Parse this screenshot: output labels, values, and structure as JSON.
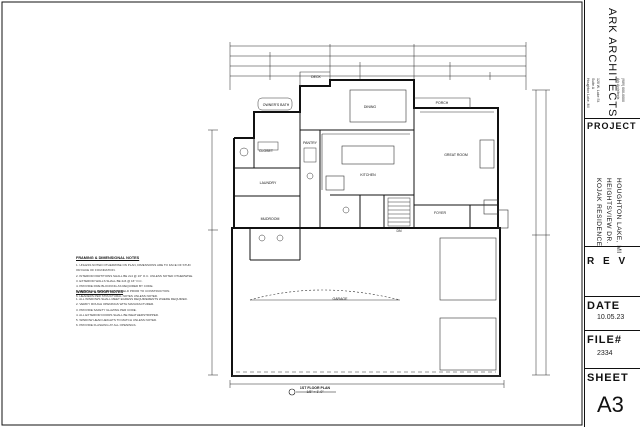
{
  "firm": {
    "name": "ARK ARCHITECTS",
    "address_lines": [
      "120 W. Lake St.",
      "Suite A",
      "Houghton Lake, MI",
      "Ark Architects",
      "(989) 000-0000"
    ]
  },
  "title_block": {
    "project_label": "PROJECT",
    "project_lines": [
      "KOJAK RESIDENCE",
      "HEIGHTSVIEW DR.",
      "HOUGHTON LAKE, MI"
    ],
    "rev_label": "R E V",
    "date_label": "DATE",
    "date_value": "10.05.23",
    "file_label": "FILE#",
    "file_value": "2334",
    "sheet_label": "SHEET",
    "sheet_value": "A3"
  },
  "notes": {
    "framing_title": "FRAMING & DIMENSIONAL NOTES",
    "framing_items": [
      "1. UNLESS NOTED OTHERWISE ON PLAN, DIMENSIONS ARE TO FACE OF STUD OR FACE OF FOUNDATION.",
      "2. INTERIOR PARTITIONS SHALL BE 2x4 @ 16\" O.C. UNLESS NOTED OTHERWISE.",
      "3. EXTERIOR WALLS SHALL BE 2x6 @ 16\" O.C.",
      "4. PROVIDE FIRE BLOCKING AS REQUIRED BY CODE.",
      "5. VERIFY ALL DIMENSIONS IN FIELD PRIOR TO CONSTRUCTION.",
      "6. HEADERS PER STRUCTURAL NOTES UNLESS NOTED."
    ],
    "window_title": "WINDOW & DOOR NOTES",
    "window_items": [
      "1. ALL WINDOWS SHALL MEET EGRESS REQUIREMENTS WHERE REQUIRED.",
      "2. VERIFY ROUGH OPENINGS WITH MANUFACTURER.",
      "3. PROVIDE SAFETY GLAZING PER CODE.",
      "4. ALL EXTERIOR DOORS SHALL BE WEATHERSTRIPPED.",
      "5. WINDOW HEAD HEIGHTS TO MATCH UNLESS NOTED.",
      "6. PROVIDE FLASHING AT ALL OPENINGS."
    ]
  },
  "rooms": {
    "dining": "DINING",
    "kitchen": "KITCHEN",
    "great_room": "GREAT ROOM",
    "owners_bath": "OWNER'S BATH",
    "owners_closet": "CLOSET",
    "laundry": "LAUNDRY",
    "mudroom": "MUDROOM",
    "pantry": "PANTRY",
    "foyer": "FOYER",
    "garage": "GARAGE",
    "porch": "PORCH",
    "deck": "DECK",
    "stair": "DN"
  },
  "plan_caption": {
    "title": "1ST FLOOR PLAN",
    "scale": "1/8\" = 1'-0\""
  },
  "colors": {
    "ink": "#111111",
    "paper": "#ffffff",
    "fine": "#555555"
  }
}
